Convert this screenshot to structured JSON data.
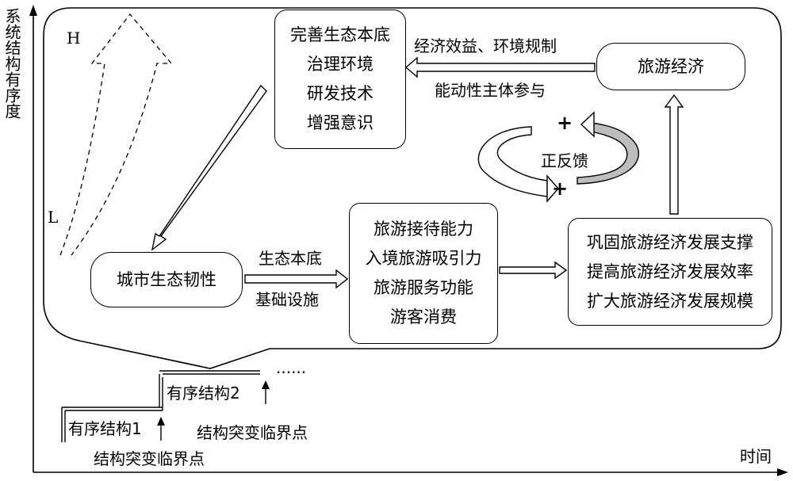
{
  "axes": {
    "y_label": "系统结构有序度",
    "x_label": "时间",
    "level_high": "H",
    "level_low": "L"
  },
  "boxes": {
    "eco_base": [
      "完善生态本底",
      "治理环境",
      "研发技术",
      "增强意识"
    ],
    "tourism_economy": "旅游经济",
    "urban_resilience": "城市生态韧性",
    "tourism_capacity": [
      "旅游接待能力",
      "入境旅游吸引力",
      "旅游服务功能",
      "游客消费"
    ],
    "support": [
      "巩固旅游经济发展支撑",
      "提高旅游经济发展效率",
      "扩大旅游经济发展规模"
    ]
  },
  "labels": {
    "economic_benefit": "经济效益、环境规制",
    "agent_participation": "能动性主体参与",
    "positive_feedback": "正反馈",
    "plus_sign": "+",
    "eco_base": "生态本底",
    "infrastructure": "基础设施"
  },
  "steps": {
    "structure_1": "有序结构1",
    "structure_2": "有序结构2",
    "mutation_point_1": "结构突变临界点",
    "mutation_point_2": "结构突变临界点",
    "ellipsis": "......"
  }
}
